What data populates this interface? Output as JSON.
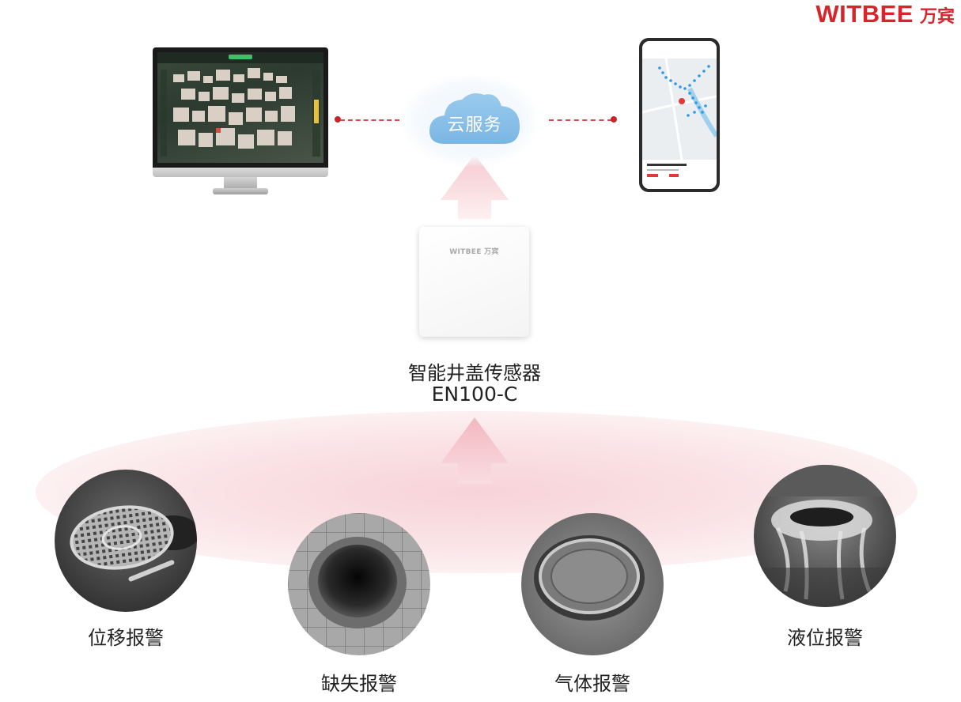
{
  "brand": {
    "en": "WITBEE",
    "cn": "万宾",
    "color": "#d8242b"
  },
  "cloud": {
    "label": "云服务",
    "color": "#8cc3ea"
  },
  "device": {
    "logo": "WITBEE 万宾",
    "name_line1": "智能井盖传感器",
    "name_line2": "EN100-C"
  },
  "alarms": [
    {
      "label": "位移报警"
    },
    {
      "label": "缺失报警"
    },
    {
      "label": "气体报警"
    },
    {
      "label": "液位报警"
    }
  ],
  "icons": [
    "monitor-icon",
    "smartphone-icon",
    "cloud-icon",
    "arrow-up-icon"
  ]
}
